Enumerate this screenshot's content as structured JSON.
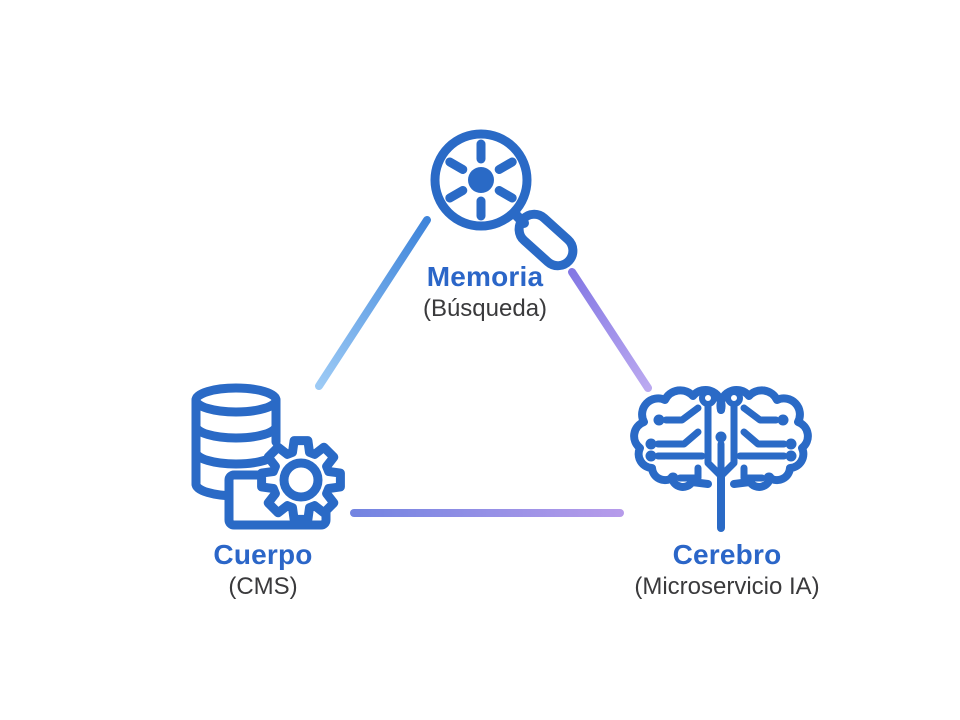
{
  "page": {
    "background": "#ffffff"
  },
  "diagram": {
    "nodes": [
      {
        "id": "memoria",
        "label": "Memoria",
        "sublabel": "(Búsqueda)",
        "icon": "magnifier-sun-icon"
      },
      {
        "id": "cuerpo",
        "label": "Cuerpo",
        "sublabel": "(CMS)",
        "icon": "database-gear-icon"
      },
      {
        "id": "cerebro",
        "label": "Cerebro",
        "sublabel": "(Microservicio IA)",
        "icon": "circuit-brain-icon"
      }
    ],
    "connections": [
      {
        "from": "cuerpo",
        "to": "memoria",
        "style": "sky-blue-gradient"
      },
      {
        "from": "memoria",
        "to": "cerebro",
        "style": "purple-gradient"
      },
      {
        "from": "cuerpo",
        "to": "cerebro",
        "style": "violet-gradient"
      }
    ]
  },
  "theme": {
    "page-bg": "#ffffff",
    "icon-blue": "#2a6ac6",
    "label-blue": "#2b66c8",
    "text-dark": "#3a3a3c",
    "line-sky-light": "#9ccaf5",
    "line-sky-dark": "#3e84da",
    "line-purple-dark": "#8478e4",
    "line-purple-light": "#bba9f0",
    "line-violet-left": "#7384e1",
    "line-violet-right": "#b69bea"
  }
}
